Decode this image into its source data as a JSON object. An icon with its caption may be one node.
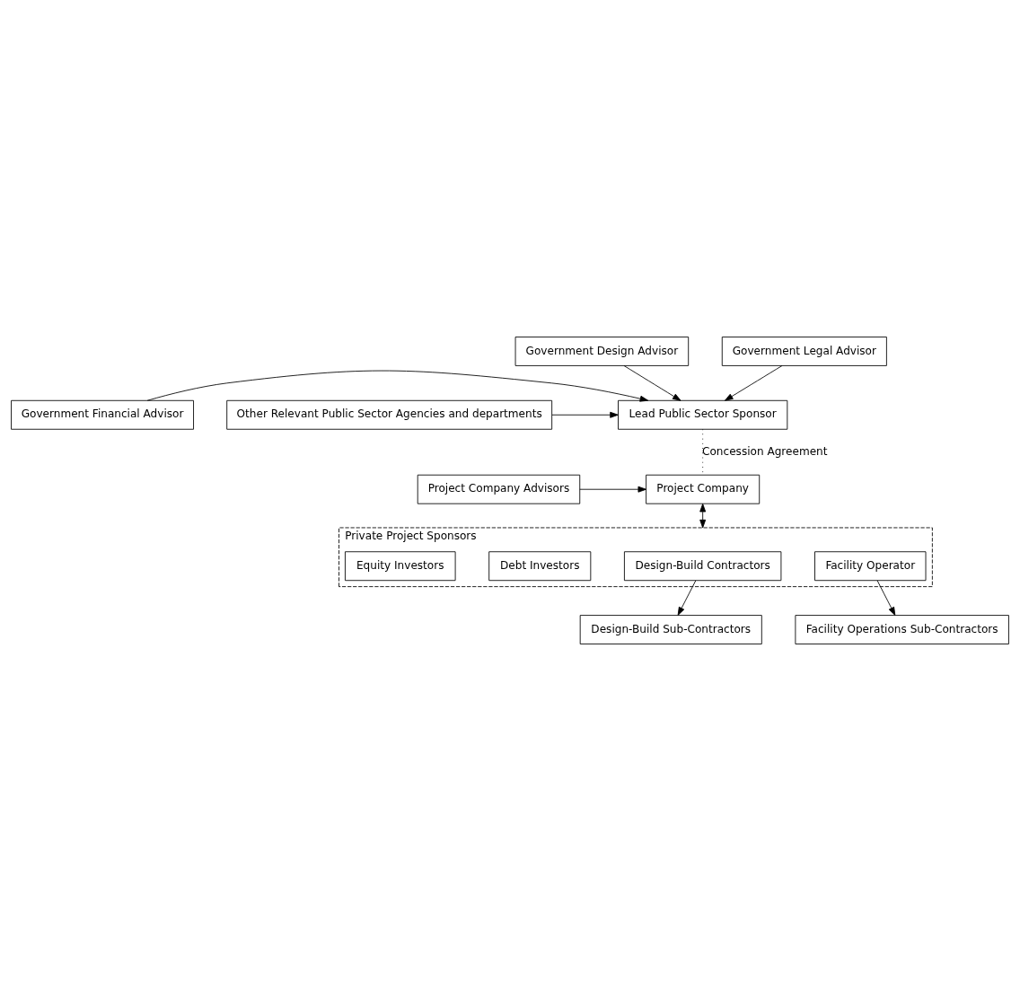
{
  "diagram": {
    "nodes": [
      {
        "text": [
          "Government Design Advisor"
        ]
      },
      {
        "text": [
          "Government Legal Advisor"
        ]
      },
      {
        "text": [
          "Government Financial Advisor"
        ]
      },
      {
        "text": [
          "Lead Public Sector Sponsor"
        ]
      },
      {
        "text": [
          "Other Relevant Public Sector Agencies and departments"
        ]
      },
      {
        "text": [
          "Project Company Advisors"
        ]
      },
      {
        "text": [
          "Project Company"
        ]
      },
      {
        "text": [
          "Private Project Sponsors"
        ]
      },
      {
        "text": [
          "Design-Build Contractors"
        ],
        "in": 7
      },
      {
        "text": [
          "Facility Operator"
        ],
        "in": 7
      },
      {
        "text": [
          "Debt Investors"
        ],
        "in": 7
      },
      {
        "text": [
          "Equity Investors"
        ],
        "in": 7
      },
      {
        "text": [
          "Design-Build Sub-Contractors"
        ]
      },
      {
        "text": [
          "Facility Operations Sub-Contractors"
        ]
      }
    ],
    "edges": [
      {
        "from": 0,
        "to": 3,
        "arrow": "to"
      },
      {
        "from": 1,
        "to": 3,
        "arrow": "to"
      },
      {
        "from": 2,
        "to": 3,
        "arrow": "to"
      },
      {
        "from": 4,
        "to": 3,
        "arrow": "to"
      },
      {
        "from": 3,
        "to": 6,
        "arrow": "none",
        "style": "dashed",
        "label": "Concession Agreement"
      },
      {
        "from": 5,
        "to": 6,
        "arrow": "to"
      },
      {
        "from": 6,
        "to": 7,
        "arrow": "both"
      },
      {
        "from": 8,
        "to": 12,
        "arrow": "to"
      },
      {
        "from": 9,
        "to": 13,
        "arrow": "to"
      }
    ]
  }
}
